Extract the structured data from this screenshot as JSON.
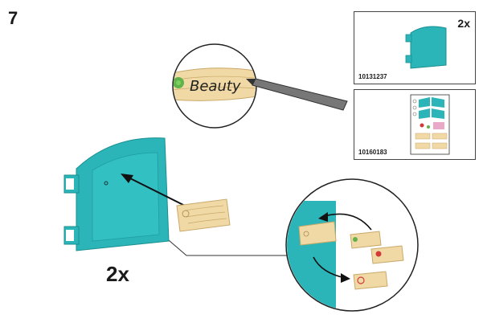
{
  "step": {
    "number": "7"
  },
  "main": {
    "quantity": "2x",
    "label_text": "Beauty"
  },
  "parts": [
    {
      "count": "2x",
      "part_number": "10131237"
    },
    {
      "count": "",
      "part_number": "10160183"
    }
  ],
  "colors": {
    "teal": "#2bb5b8",
    "teal_dark": "#1b8f92",
    "wood": "#f0d9a4",
    "wood_line": "#c9a86a",
    "green_marker": "#5fb34a",
    "red_marker": "#d23a3a"
  }
}
